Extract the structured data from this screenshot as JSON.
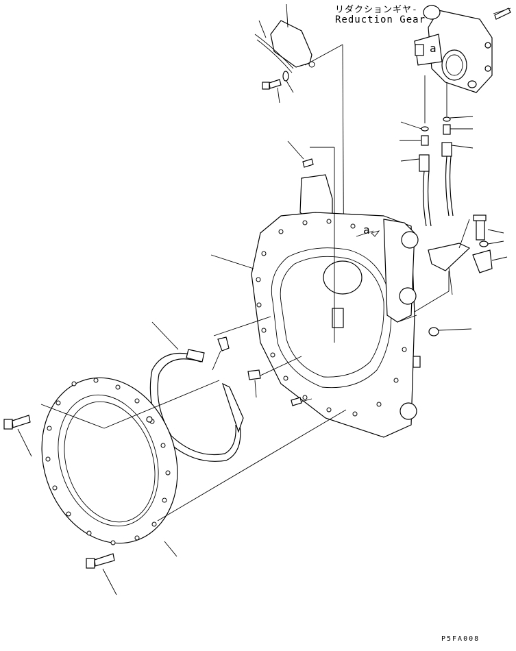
{
  "labels": {
    "reduction_gear_jp": "リダクションギヤ-",
    "reduction_gear_en": "Reduction Gear",
    "view_mark": "a",
    "view_mark_2": "a",
    "drawing_code": "P5FA008"
  }
}
